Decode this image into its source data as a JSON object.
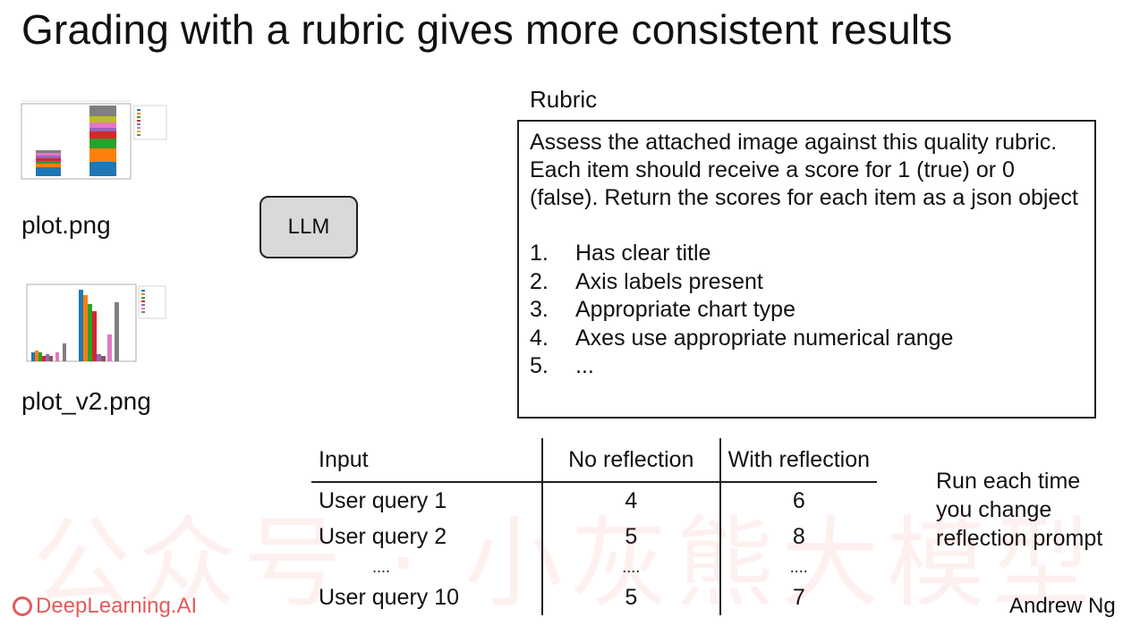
{
  "slide": {
    "title": "Grading with a rubric gives more consistent results"
  },
  "plots": [
    {
      "filename": "plot.png"
    },
    {
      "filename": "plot_v2.png"
    }
  ],
  "llm": {
    "label": "LLM"
  },
  "rubric": {
    "title": "Rubric",
    "instruction": "Assess the attached image against this quality rubric. Each item should receive a score for 1 (true) or 0 (false). Return the scores for each item as a json object",
    "items": [
      {
        "num": "1.",
        "text": "Has clear title"
      },
      {
        "num": "2.",
        "text": "Axis labels present"
      },
      {
        "num": "3.",
        "text": "Appropriate chart type"
      },
      {
        "num": "4.",
        "text": "Axes use appropriate numerical range"
      },
      {
        "num": "5.",
        "text": "..."
      }
    ]
  },
  "table": {
    "headers": [
      "Input",
      "No reflection",
      "With reflection"
    ],
    "rows": [
      {
        "input": "User query 1",
        "no_reflection": "4",
        "with_reflection": "6"
      },
      {
        "input": "User query 2",
        "no_reflection": "5",
        "with_reflection": "8"
      },
      {
        "input": "....",
        "no_reflection": "....",
        "with_reflection": "...."
      },
      {
        "input": "User query 10",
        "no_reflection": "5",
        "with_reflection": "7"
      }
    ]
  },
  "note": {
    "lines": [
      "Run each time",
      "you change",
      "reflection prompt"
    ]
  },
  "footer": {
    "brand": "DeepLearning.AI",
    "speaker": "Andrew Ng"
  },
  "watermark": {
    "text": "公众号 · 小灰熊大模型"
  },
  "colors": {
    "llm_fill": "#d9d9d9",
    "brand": "#e35b5b"
  }
}
